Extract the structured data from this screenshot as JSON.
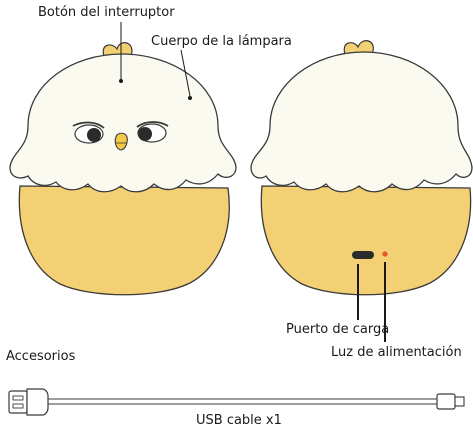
{
  "labels": {
    "switch_button": "Botón del interruptor",
    "lamp_body": "Cuerpo de la lámpara",
    "charging_port": "Puerto de carga",
    "power_light": "Luz de alimentación",
    "accessories": "Accesorios",
    "usb_cable": "USB cable x1"
  },
  "colors": {
    "shell": "#f3d074",
    "head": "#fbfaf1",
    "beak": "#f4c94a",
    "outline": "#3a3a3a",
    "power_led": "#e8532f"
  }
}
